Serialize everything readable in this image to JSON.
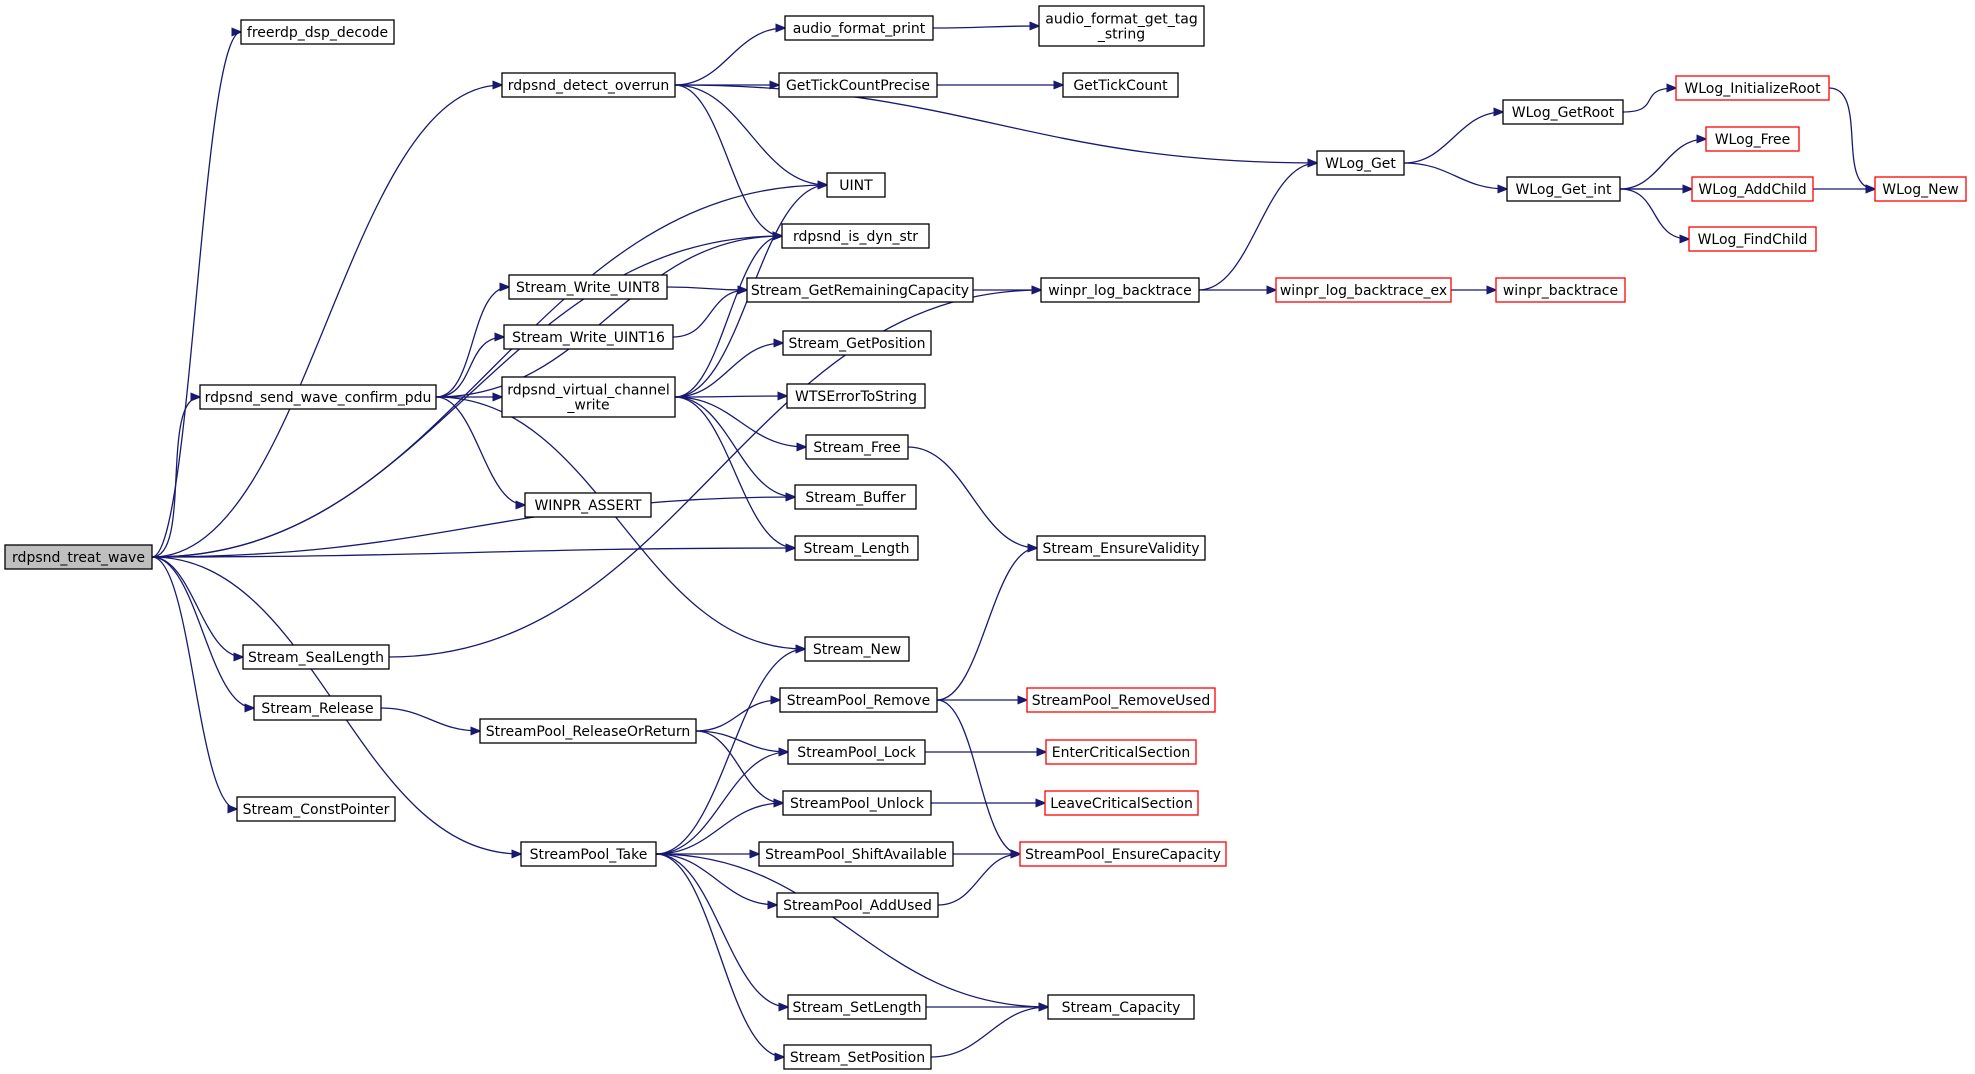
{
  "colors": {
    "edge": "#191970",
    "node_border": "#000000",
    "node_border_incomplete": "#ff0000",
    "root_fill": "#bfbfbf"
  },
  "nodes": [
    {
      "id": "rdpsnd_treat_wave",
      "lines": [
        "rdpsnd_treat_wave"
      ],
      "root": true
    },
    {
      "id": "freerdp_dsp_decode",
      "lines": [
        "freerdp_dsp_decode"
      ]
    },
    {
      "id": "rdpsnd_detect_overrun",
      "lines": [
        "rdpsnd_detect_overrun"
      ]
    },
    {
      "id": "audio_format_print",
      "lines": [
        "audio_format_print"
      ]
    },
    {
      "id": "audio_format_get_tag_string",
      "lines": [
        "audio_format_get_tag",
        "_string"
      ]
    },
    {
      "id": "GetTickCountPrecise",
      "lines": [
        "GetTickCountPrecise"
      ]
    },
    {
      "id": "GetTickCount",
      "lines": [
        "GetTickCount"
      ]
    },
    {
      "id": "WLog_Get",
      "lines": [
        "WLog_Get"
      ]
    },
    {
      "id": "WLog_GetRoot",
      "lines": [
        "WLog_GetRoot"
      ]
    },
    {
      "id": "WLog_InitializeRoot",
      "lines": [
        "WLog_InitializeRoot"
      ],
      "red": true
    },
    {
      "id": "WLog_New",
      "lines": [
        "WLog_New"
      ],
      "red": true
    },
    {
      "id": "WLog_Get_int",
      "lines": [
        "WLog_Get_int"
      ]
    },
    {
      "id": "WLog_Free",
      "lines": [
        "WLog_Free"
      ],
      "red": true
    },
    {
      "id": "WLog_AddChild",
      "lines": [
        "WLog_AddChild"
      ],
      "red": true
    },
    {
      "id": "WLog_FindChild",
      "lines": [
        "WLog_FindChild"
      ],
      "red": true
    },
    {
      "id": "UINT",
      "lines": [
        "UINT"
      ]
    },
    {
      "id": "rdpsnd_is_dyn_str",
      "lines": [
        "rdpsnd_is_dyn_str"
      ]
    },
    {
      "id": "winpr_log_backtrace",
      "lines": [
        "winpr_log_backtrace"
      ]
    },
    {
      "id": "winpr_log_backtrace_ex",
      "lines": [
        "winpr_log_backtrace_ex"
      ],
      "red": true
    },
    {
      "id": "winpr_backtrace",
      "lines": [
        "winpr_backtrace"
      ],
      "red": true
    },
    {
      "id": "Stream_Write_UINT8",
      "lines": [
        "Stream_Write_UINT8"
      ]
    },
    {
      "id": "Stream_GetRemainingCapacity",
      "lines": [
        "Stream_GetRemainingCapacity"
      ]
    },
    {
      "id": "Stream_Write_UINT16",
      "lines": [
        "Stream_Write_UINT16"
      ]
    },
    {
      "id": "Stream_GetPosition",
      "lines": [
        "Stream_GetPosition"
      ]
    },
    {
      "id": "rdpsnd_send_wave_confirm_pdu",
      "lines": [
        "rdpsnd_send_wave_confirm_pdu"
      ]
    },
    {
      "id": "rdpsnd_virtual_channel_write",
      "lines": [
        "rdpsnd_virtual_channel",
        "_write"
      ]
    },
    {
      "id": "WTSErrorToString",
      "lines": [
        "WTSErrorToString"
      ]
    },
    {
      "id": "Stream_Free",
      "lines": [
        "Stream_Free"
      ]
    },
    {
      "id": "Stream_Buffer",
      "lines": [
        "Stream_Buffer"
      ]
    },
    {
      "id": "WINPR_ASSERT",
      "lines": [
        "WINPR_ASSERT"
      ]
    },
    {
      "id": "Stream_Length",
      "lines": [
        "Stream_Length"
      ]
    },
    {
      "id": "Stream_EnsureValidity",
      "lines": [
        "Stream_EnsureValidity"
      ]
    },
    {
      "id": "Stream_SealLength",
      "lines": [
        "Stream_SealLength"
      ]
    },
    {
      "id": "Stream_New",
      "lines": [
        "Stream_New"
      ]
    },
    {
      "id": "Stream_Release",
      "lines": [
        "Stream_Release"
      ]
    },
    {
      "id": "StreamPool_ReleaseOrReturn",
      "lines": [
        "StreamPool_ReleaseOrReturn"
      ]
    },
    {
      "id": "StreamPool_Remove",
      "lines": [
        "StreamPool_Remove"
      ]
    },
    {
      "id": "StreamPool_RemoveUsed",
      "lines": [
        "StreamPool_RemoveUsed"
      ],
      "red": true
    },
    {
      "id": "StreamPool_Lock",
      "lines": [
        "StreamPool_Lock"
      ]
    },
    {
      "id": "EnterCriticalSection",
      "lines": [
        "EnterCriticalSection"
      ],
      "red": true
    },
    {
      "id": "StreamPool_Unlock",
      "lines": [
        "StreamPool_Unlock"
      ]
    },
    {
      "id": "LeaveCriticalSection",
      "lines": [
        "LeaveCriticalSection"
      ],
      "red": true
    },
    {
      "id": "Stream_ConstPointer",
      "lines": [
        "Stream_ConstPointer"
      ]
    },
    {
      "id": "StreamPool_Take",
      "lines": [
        "StreamPool_Take"
      ]
    },
    {
      "id": "StreamPool_ShiftAvailable",
      "lines": [
        "StreamPool_ShiftAvailable"
      ]
    },
    {
      "id": "StreamPool_EnsureCapacity",
      "lines": [
        "StreamPool_EnsureCapacity"
      ],
      "red": true
    },
    {
      "id": "StreamPool_AddUsed",
      "lines": [
        "StreamPool_AddUsed"
      ]
    },
    {
      "id": "Stream_SetLength",
      "lines": [
        "Stream_SetLength"
      ]
    },
    {
      "id": "Stream_Capacity",
      "lines": [
        "Stream_Capacity"
      ]
    },
    {
      "id": "Stream_SetPosition",
      "lines": [
        "Stream_SetPosition"
      ]
    }
  ],
  "edges": [
    {
      "from": "rdpsnd_treat_wave",
      "to": "freerdp_dsp_decode"
    },
    {
      "from": "rdpsnd_treat_wave",
      "to": "rdpsnd_detect_overrun"
    },
    {
      "from": "rdpsnd_treat_wave",
      "to": "UINT"
    },
    {
      "from": "rdpsnd_treat_wave",
      "to": "rdpsnd_is_dyn_str"
    },
    {
      "from": "rdpsnd_treat_wave",
      "to": "rdpsnd_send_wave_confirm_pdu"
    },
    {
      "from": "rdpsnd_treat_wave",
      "to": "Stream_Buffer"
    },
    {
      "from": "rdpsnd_treat_wave",
      "to": "Stream_Length"
    },
    {
      "from": "rdpsnd_treat_wave",
      "to": "Stream_SealLength"
    },
    {
      "from": "rdpsnd_treat_wave",
      "to": "Stream_Release"
    },
    {
      "from": "rdpsnd_treat_wave",
      "to": "Stream_ConstPointer"
    },
    {
      "from": "rdpsnd_treat_wave",
      "to": "StreamPool_Take"
    },
    {
      "from": "rdpsnd_detect_overrun",
      "to": "audio_format_print"
    },
    {
      "from": "rdpsnd_detect_overrun",
      "to": "GetTickCountPrecise"
    },
    {
      "from": "rdpsnd_detect_overrun",
      "to": "WLog_Get"
    },
    {
      "from": "rdpsnd_detect_overrun",
      "to": "UINT"
    },
    {
      "from": "rdpsnd_detect_overrun",
      "to": "rdpsnd_is_dyn_str"
    },
    {
      "from": "audio_format_print",
      "to": "audio_format_get_tag_string"
    },
    {
      "from": "GetTickCountPrecise",
      "to": "GetTickCount"
    },
    {
      "from": "WLog_Get",
      "to": "WLog_GetRoot"
    },
    {
      "from": "WLog_Get",
      "to": "WLog_Get_int"
    },
    {
      "from": "WLog_GetRoot",
      "to": "WLog_InitializeRoot"
    },
    {
      "from": "WLog_InitializeRoot",
      "to": "WLog_New"
    },
    {
      "from": "WLog_Get_int",
      "to": "WLog_Free"
    },
    {
      "from": "WLog_Get_int",
      "to": "WLog_AddChild"
    },
    {
      "from": "WLog_Get_int",
      "to": "WLog_FindChild"
    },
    {
      "from": "WLog_Get_int",
      "to": "WLog_New"
    },
    {
      "from": "winpr_log_backtrace",
      "to": "WLog_Get"
    },
    {
      "from": "winpr_log_backtrace",
      "to": "winpr_log_backtrace_ex"
    },
    {
      "from": "winpr_log_backtrace_ex",
      "to": "winpr_backtrace"
    },
    {
      "from": "Stream_GetRemainingCapacity",
      "to": "winpr_log_backtrace"
    },
    {
      "from": "rdpsnd_send_wave_confirm_pdu",
      "to": "rdpsnd_is_dyn_str"
    },
    {
      "from": "rdpsnd_send_wave_confirm_pdu",
      "to": "Stream_Write_UINT8"
    },
    {
      "from": "rdpsnd_send_wave_confirm_pdu",
      "to": "Stream_Write_UINT16"
    },
    {
      "from": "rdpsnd_send_wave_confirm_pdu",
      "to": "rdpsnd_virtual_channel_write"
    },
    {
      "from": "rdpsnd_send_wave_confirm_pdu",
      "to": "WINPR_ASSERT"
    },
    {
      "from": "rdpsnd_send_wave_confirm_pdu",
      "to": "Stream_New"
    },
    {
      "from": "Stream_Write_UINT8",
      "to": "Stream_GetRemainingCapacity"
    },
    {
      "from": "Stream_Write_UINT16",
      "to": "Stream_GetRemainingCapacity"
    },
    {
      "from": "rdpsnd_virtual_channel_write",
      "to": "UINT"
    },
    {
      "from": "rdpsnd_virtual_channel_write",
      "to": "rdpsnd_is_dyn_str"
    },
    {
      "from": "rdpsnd_virtual_channel_write",
      "to": "Stream_GetPosition"
    },
    {
      "from": "rdpsnd_virtual_channel_write",
      "to": "WTSErrorToString"
    },
    {
      "from": "rdpsnd_virtual_channel_write",
      "to": "Stream_Free"
    },
    {
      "from": "rdpsnd_virtual_channel_write",
      "to": "Stream_Buffer"
    },
    {
      "from": "rdpsnd_virtual_channel_write",
      "to": "Stream_Length"
    },
    {
      "from": "Stream_Free",
      "to": "Stream_EnsureValidity"
    },
    {
      "from": "Stream_SealLength",
      "to": "winpr_log_backtrace"
    },
    {
      "from": "Stream_Release",
      "to": "StreamPool_ReleaseOrReturn"
    },
    {
      "from": "StreamPool_ReleaseOrReturn",
      "to": "StreamPool_Remove"
    },
    {
      "from": "StreamPool_ReleaseOrReturn",
      "to": "StreamPool_Lock"
    },
    {
      "from": "StreamPool_ReleaseOrReturn",
      "to": "StreamPool_Unlock"
    },
    {
      "from": "StreamPool_Remove",
      "to": "Stream_EnsureValidity"
    },
    {
      "from": "StreamPool_Remove",
      "to": "StreamPool_RemoveUsed"
    },
    {
      "from": "StreamPool_Remove",
      "to": "StreamPool_EnsureCapacity"
    },
    {
      "from": "StreamPool_Lock",
      "to": "EnterCriticalSection"
    },
    {
      "from": "StreamPool_Unlock",
      "to": "LeaveCriticalSection"
    },
    {
      "from": "StreamPool_Take",
      "to": "Stream_New"
    },
    {
      "from": "StreamPool_Take",
      "to": "StreamPool_Lock"
    },
    {
      "from": "StreamPool_Take",
      "to": "StreamPool_Unlock"
    },
    {
      "from": "StreamPool_Take",
      "to": "StreamPool_ShiftAvailable"
    },
    {
      "from": "StreamPool_Take",
      "to": "StreamPool_AddUsed"
    },
    {
      "from": "StreamPool_Take",
      "to": "Stream_SetLength"
    },
    {
      "from": "StreamPool_Take",
      "to": "Stream_Capacity"
    },
    {
      "from": "StreamPool_Take",
      "to": "Stream_SetPosition"
    },
    {
      "from": "StreamPool_ShiftAvailable",
      "to": "StreamPool_EnsureCapacity"
    },
    {
      "from": "StreamPool_AddUsed",
      "to": "StreamPool_EnsureCapacity"
    },
    {
      "from": "Stream_SetLength",
      "to": "Stream_Capacity"
    },
    {
      "from": "Stream_SetPosition",
      "to": "Stream_Capacity"
    }
  ]
}
